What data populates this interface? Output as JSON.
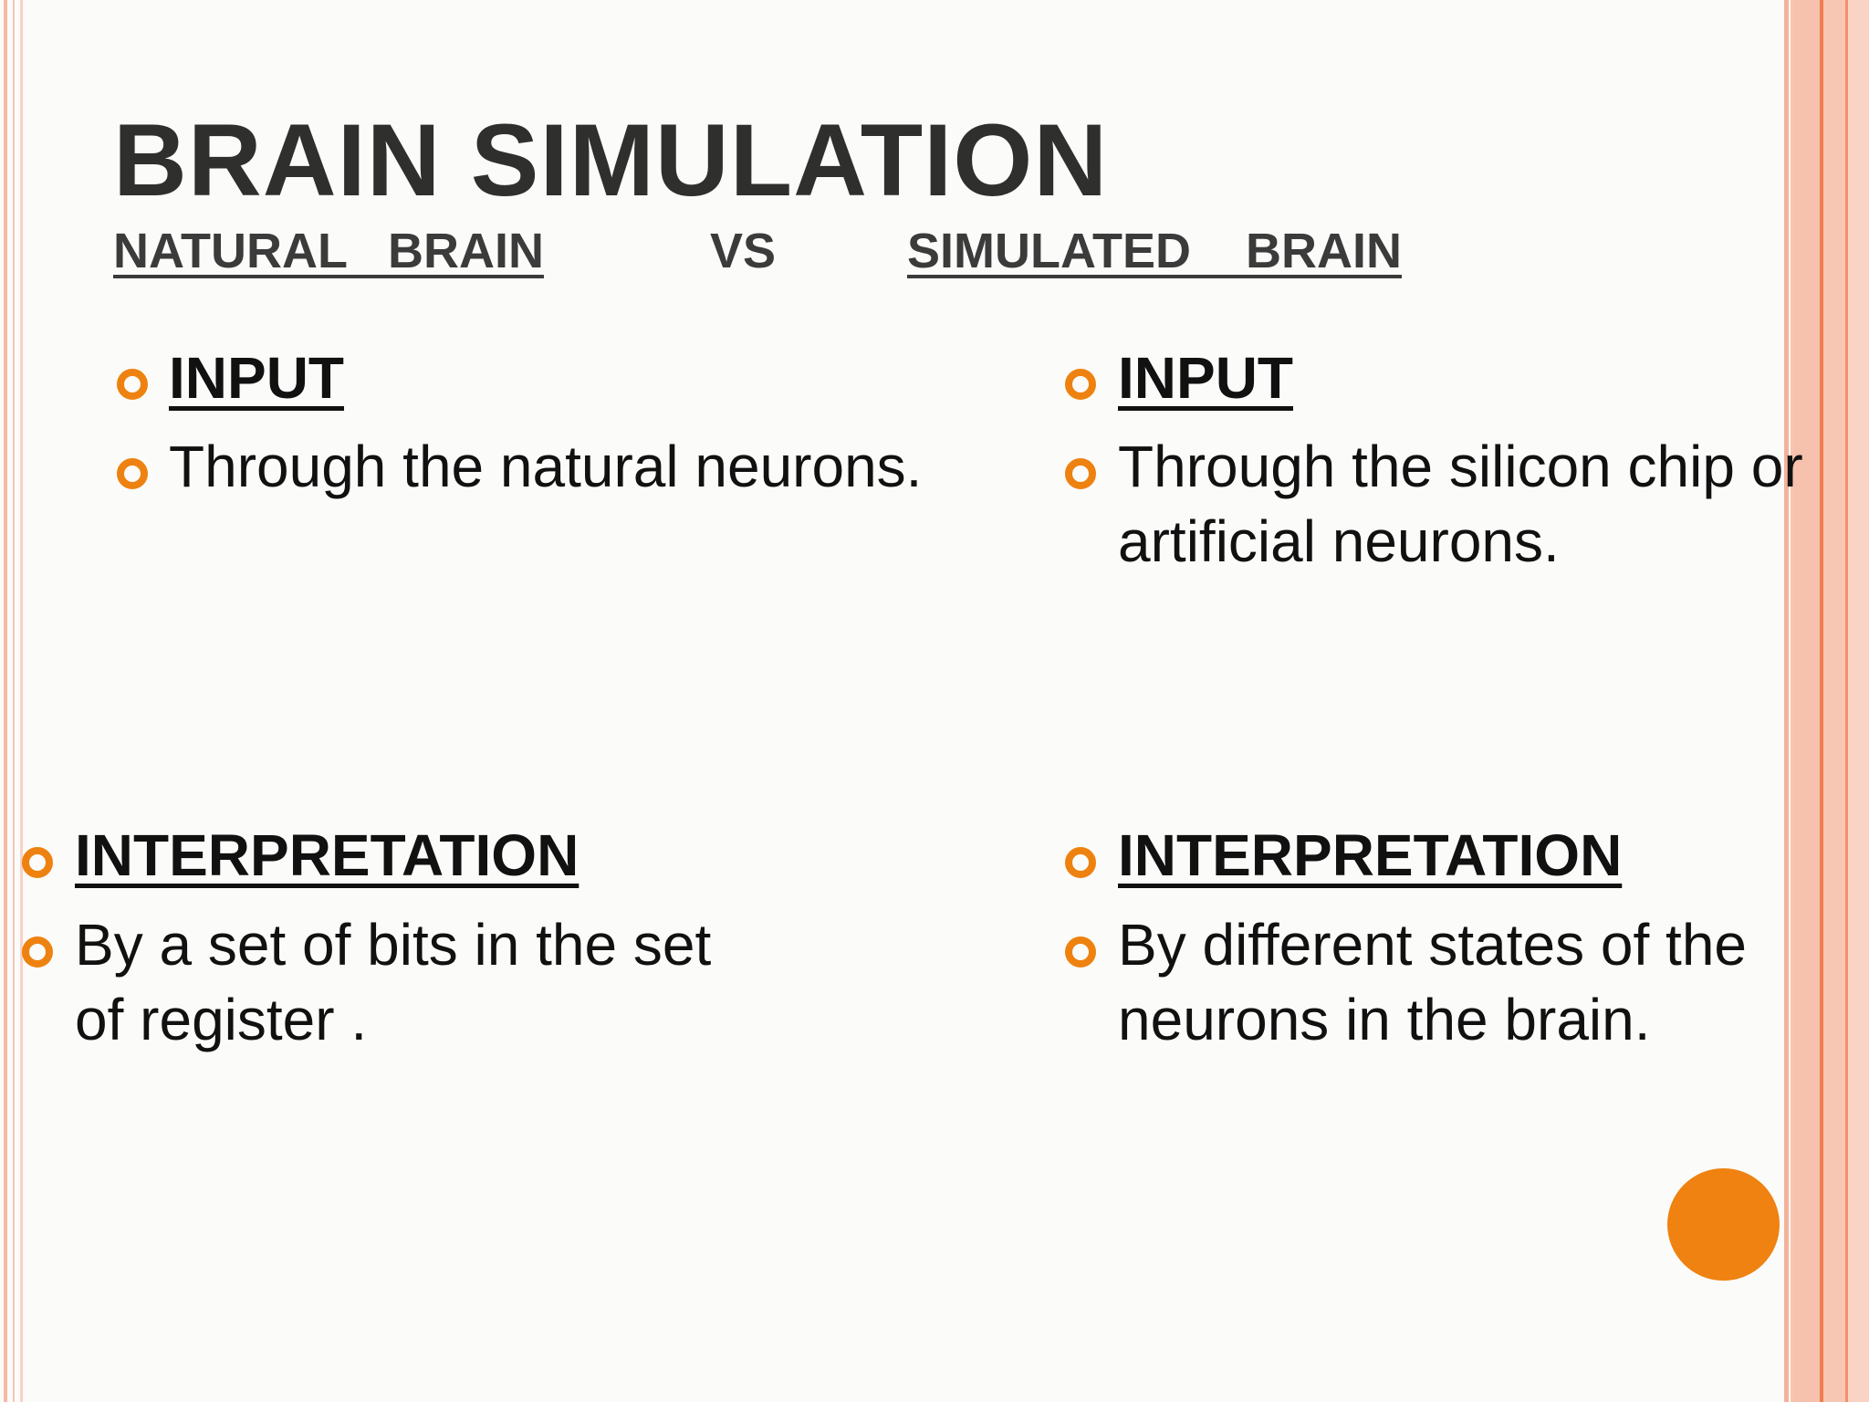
{
  "title": "BRAIN SIMULATION",
  "subtitle": {
    "left": "NATURAL   BRAIN",
    "middle": "VS",
    "right": "SIMULATED    BRAIN"
  },
  "columns": {
    "natural": {
      "input_heading": "INPUT",
      "input_text": "Through the natural neurons.",
      "interpretation_heading": "INTERPRETATION",
      "interpretation_lines": [
        "By a set of bits in the set",
        "of register ."
      ]
    },
    "simulated": {
      "input_heading": "INPUT",
      "input_lines": [
        "Through the silicon chip or",
        "artificial neurons."
      ],
      "interpretation_heading": "INTERPRETATION",
      "interpretation_lines": [
        "By  different states of the",
        "neurons in the brain."
      ]
    }
  },
  "colors": {
    "accent": "#ef8210",
    "title": "#2f302e",
    "border": "#f6c2ad"
  }
}
